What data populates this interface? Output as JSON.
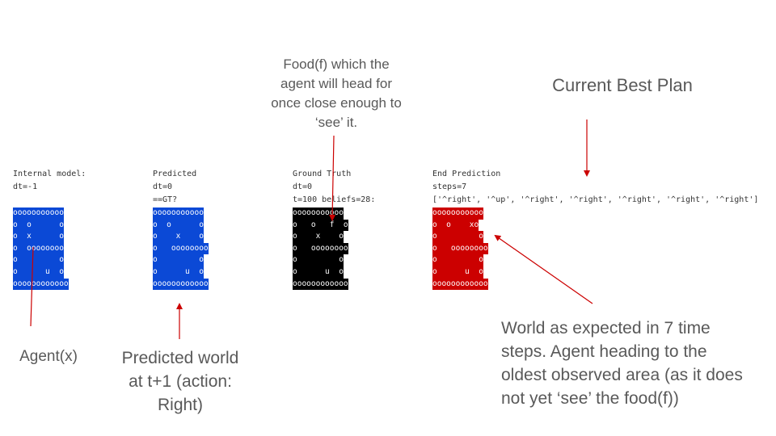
{
  "panels": [
    {
      "id": "internal",
      "title": "Internal model:",
      "line2": "dt=-1",
      "line3": "",
      "color": "#0b49d6",
      "rows": [
        "ooooooooooo",
        "o  o      o",
        "o  x      o",
        "o  oooooooo",
        "o         o",
        "o      u  o",
        "oooooooooooo"
      ]
    },
    {
      "id": "predicted",
      "title": "Predicted",
      "line2": "dt=0",
      "line3": "==GT?",
      "color": "#0b49d6",
      "rows": [
        "ooooooooooo",
        "o  o      o",
        "o    x    o",
        "o   oooooooo",
        "o         o",
        "o      u  o",
        "oooooooooooo"
      ]
    },
    {
      "id": "ground-truth",
      "title": "Ground Truth",
      "line2": "dt=0",
      "line3": "t=100 beliefs=28:",
      "color": "#000000",
      "rows": [
        "ooooooooooo",
        "o   o   f  o",
        "o    x    o",
        "o   oooooooo",
        "o         o",
        "o      u  o",
        "oooooooooooo"
      ]
    },
    {
      "id": "end-prediction",
      "title": "End Prediction",
      "line2": "steps=7",
      "line3": "['^right', '^up', '^right', '^right', '^right', '^right', '^right']",
      "color": "#cc0000",
      "rows": [
        "ooooooooooo",
        "o  o    xo",
        "o         o",
        "o   oooooooo",
        "o         o",
        "o      u  o",
        "oooooooooooo"
      ]
    }
  ],
  "annotations": {
    "food": "Food(f) which the agent will head for once close enough to ‘see’ it.",
    "best_plan": "Current Best Plan",
    "agent": "Agent(x)",
    "predicted_world": "Predicted world at t+1 (action: Right)",
    "expected_world": "World as expected in 7 time steps. Agent heading to the oldest observed area (as it does not yet ‘see’ the food(f))"
  }
}
